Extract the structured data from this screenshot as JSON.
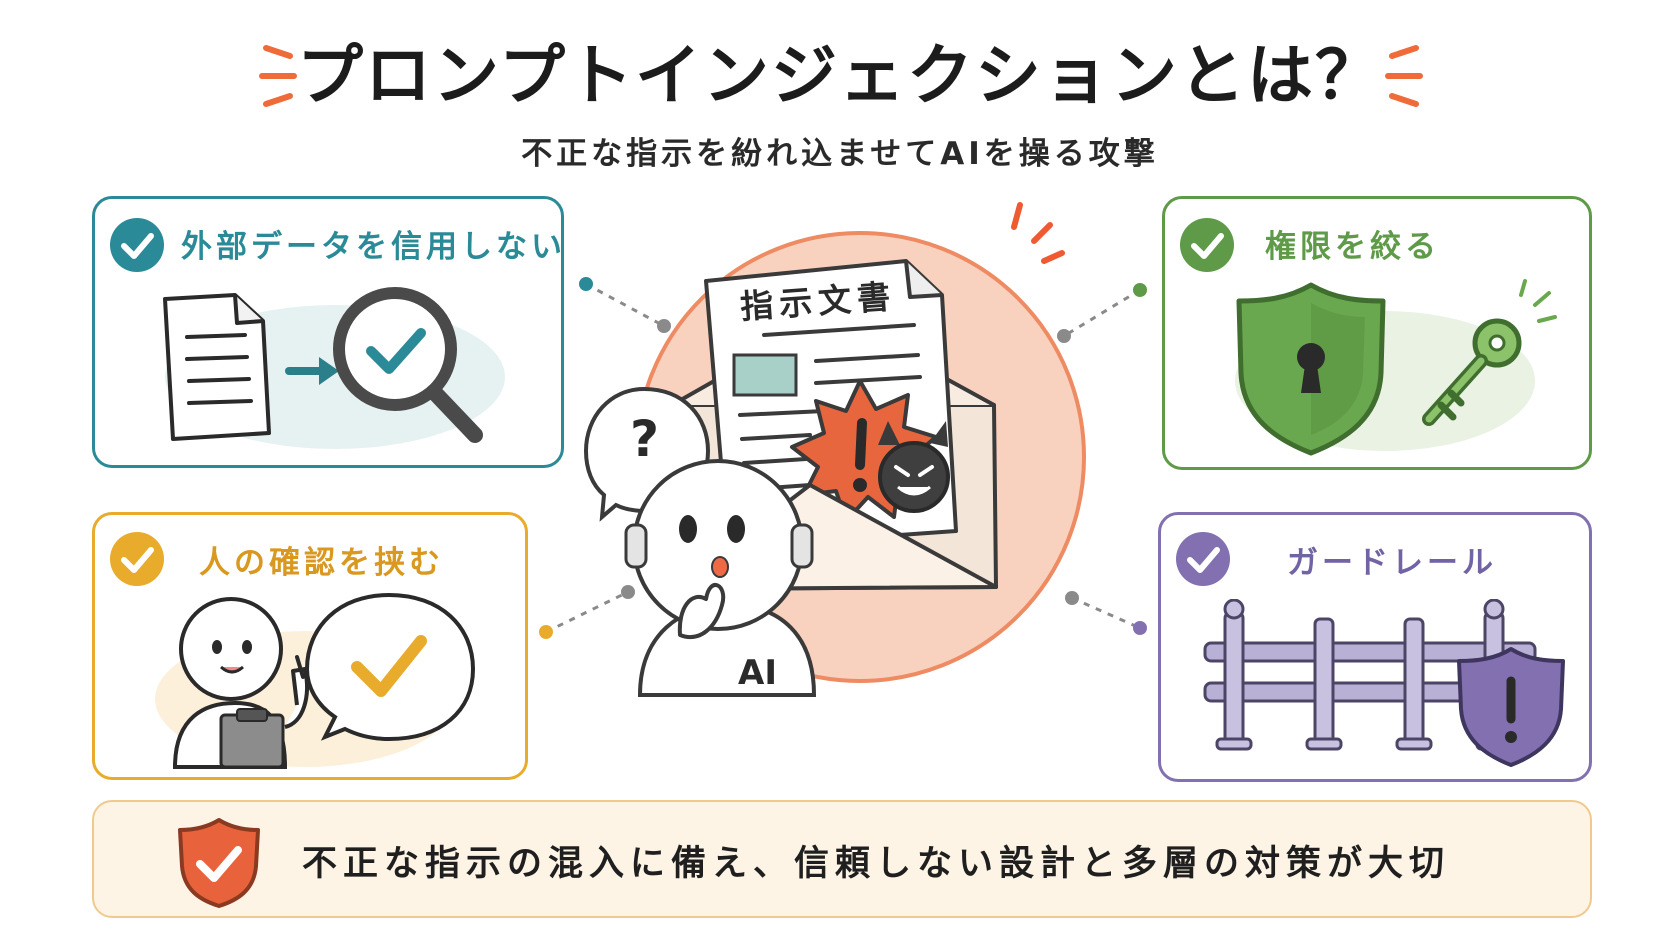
{
  "header": {
    "title": "プロンプトインジェクションとは？",
    "subtitle": "不正な指示を紛れ込ませてAIを操る攻撃"
  },
  "cards": {
    "top_left": {
      "label": "外部データを信用しない",
      "color": "#2b8a97",
      "icons": [
        "document-icon",
        "arrow-right-icon",
        "magnifier-check-icon"
      ]
    },
    "bottom_left": {
      "label": "人の確認を挟む",
      "color": "#e8ab2c",
      "icons": [
        "person-clipboard-icon",
        "speech-check-icon"
      ]
    },
    "top_right": {
      "label": "権限を絞る",
      "color": "#5f9a48",
      "icons": [
        "shield-lock-icon",
        "key-icon"
      ]
    },
    "bottom_right": {
      "label": "ガードレール",
      "color": "#8270b0",
      "icons": [
        "fence-icon",
        "warning-shield-icon"
      ]
    }
  },
  "center": {
    "document_title": "指示文書",
    "ai_label": "AI",
    "question_mark": "?",
    "alert_mark": "!",
    "icons": [
      "envelope-icon",
      "document-icon",
      "alert-burst-icon",
      "devil-icon",
      "ai-robot-icon",
      "question-bubble-icon"
    ],
    "circle_color": "#f8d2bf"
  },
  "footer": {
    "message": "不正な指示の混入に備え、信頼しない設計と多層の対策が大切",
    "icon": "shield-check-icon",
    "color": "#e8633b"
  }
}
